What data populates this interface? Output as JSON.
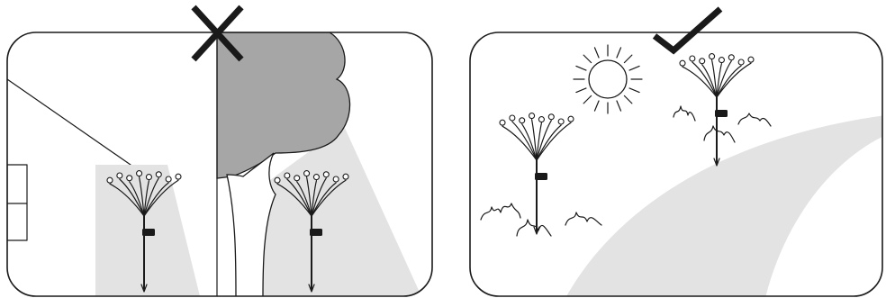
{
  "diagram": {
    "panels": [
      {
        "id": "bad-placement",
        "verdict": "incorrect",
        "mark_icon": "cross-icon"
      },
      {
        "id": "good-placement",
        "verdict": "correct",
        "mark_icon": "check-icon"
      }
    ],
    "colors": {
      "ink": "#1a1a1a",
      "shadow": "#e3e3e3",
      "tree_canopy": "#a6a6a6",
      "background": "#ffffff"
    }
  }
}
